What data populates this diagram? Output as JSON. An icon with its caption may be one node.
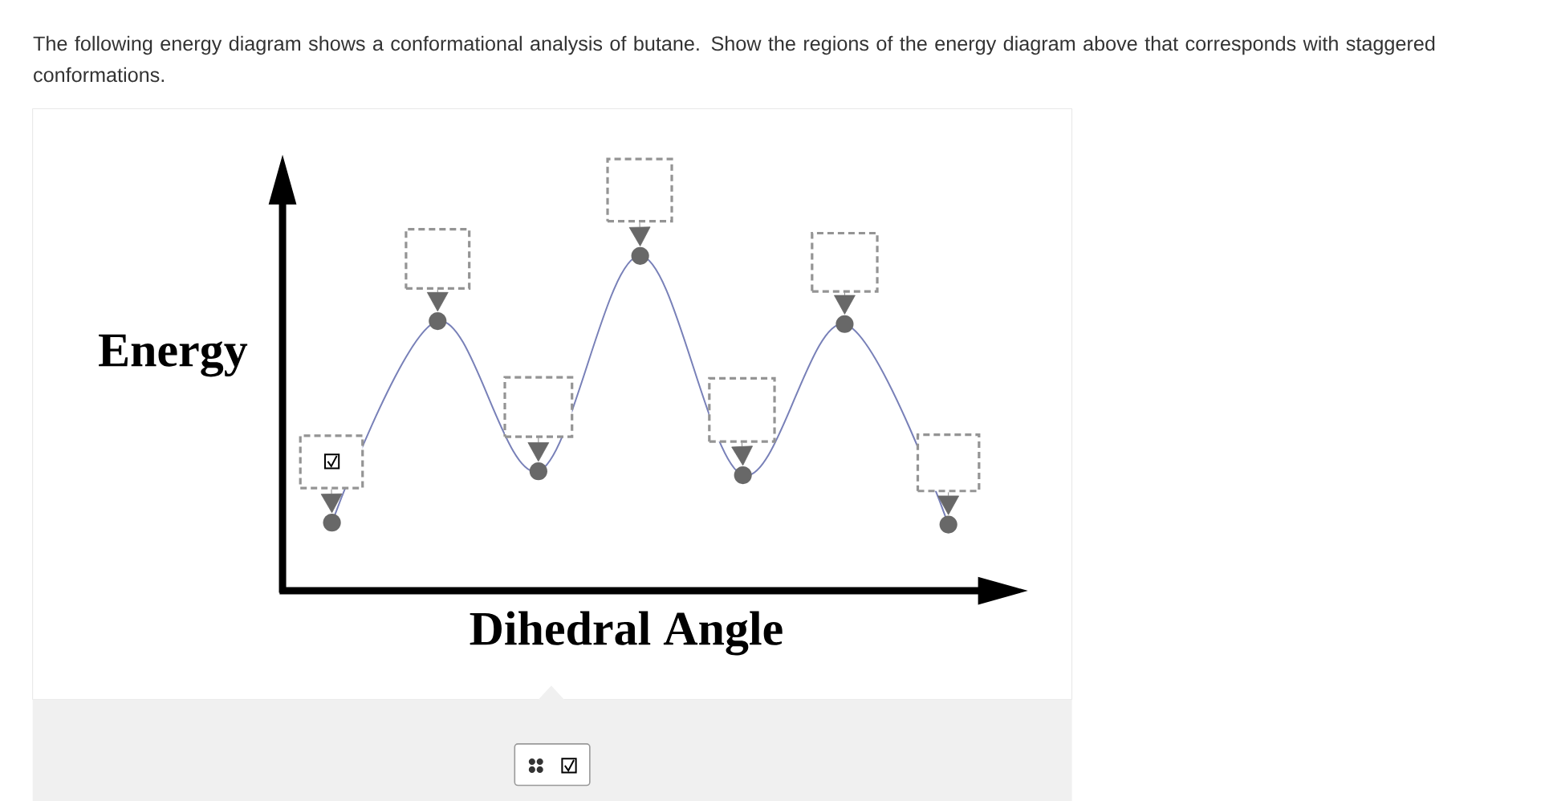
{
  "diagram": {
    "title": "The following energy diagram shows a conformational analysis of butane. Show the regions of the energy diagram above that corresponds with staggered conformations.",
    "nodes": [
      {
        "text": [],
        "shape": "box"
      },
      {
        "text": [],
        "shape": "circle"
      },
      {
        "text": [],
        "shape": "box"
      },
      {
        "text": [],
        "shape": "circle"
      },
      {
        "text": [],
        "shape": "box"
      },
      {
        "text": [],
        "shape": "circle"
      },
      {
        "text": [],
        "shape": "box"
      },
      {
        "text": [],
        "shape": "circle"
      },
      {
        "text": [],
        "shape": "box"
      },
      {
        "text": [],
        "shape": "circle"
      },
      {
        "text": [],
        "shape": "box"
      },
      {
        "text": [],
        "shape": "circle"
      },
      {
        "text": [],
        "shape": "box"
      },
      {
        "text": [],
        "shape": "circle"
      }
    ],
    "edges": [
      {
        "from": 0,
        "to": 1,
        "arrow": "to"
      },
      {
        "from": 2,
        "to": 3,
        "arrow": "to"
      },
      {
        "from": 4,
        "to": 5,
        "arrow": "to"
      },
      {
        "from": 6,
        "to": 7,
        "arrow": "to"
      },
      {
        "from": 8,
        "to": 9,
        "arrow": "to"
      },
      {
        "from": 10,
        "to": 11,
        "arrow": "to"
      },
      {
        "from": 12,
        "to": 13,
        "arrow": "to"
      }
    ],
    "labels": [
      "Energy",
      "Dihedral Angle"
    ]
  }
}
